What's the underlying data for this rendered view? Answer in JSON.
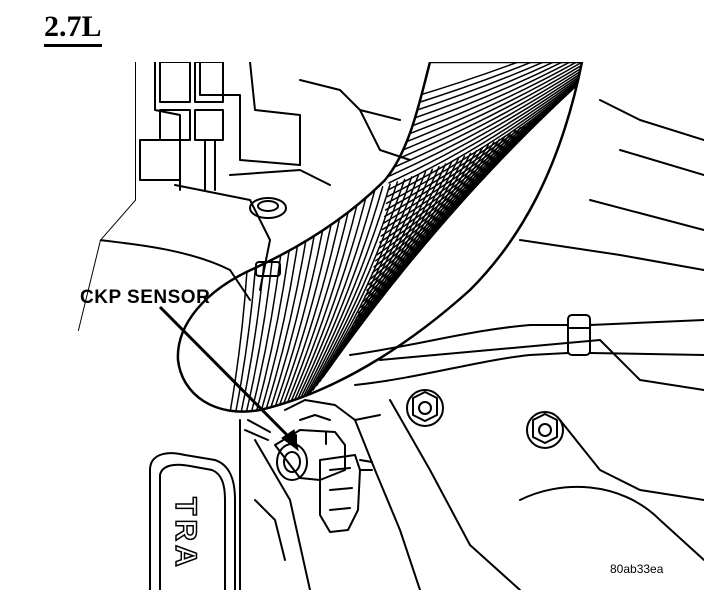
{
  "heading": "2.7L",
  "callout_label": "CKP SENSOR",
  "figure_code": "80ab33ea",
  "embossed_text": "TRA",
  "colors": {
    "ink": "#000000",
    "paper": "#ffffff"
  }
}
